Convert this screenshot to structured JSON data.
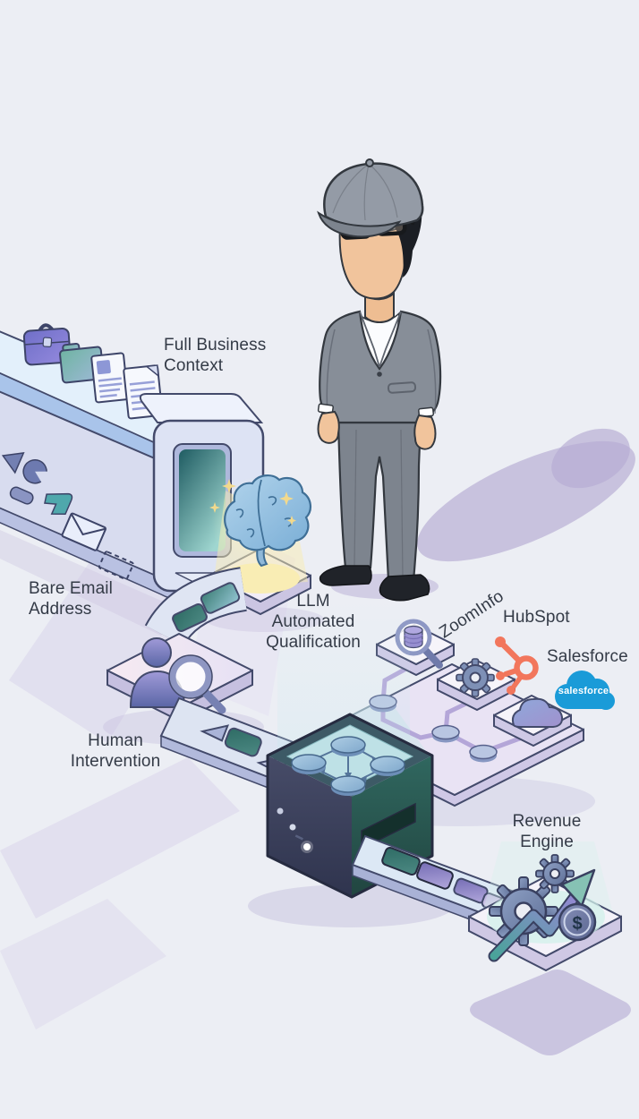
{
  "labels": {
    "full_business_context": {
      "lines": [
        "Full Business",
        "Context"
      ]
    },
    "bare_email_address": {
      "lines": [
        "Bare Email",
        "Address"
      ]
    },
    "llm_automated_qualification": {
      "lines": [
        "LLM",
        "Automated",
        "Qualification"
      ]
    },
    "human_intervention": {
      "lines": [
        "Human",
        "Intervention"
      ]
    },
    "zoominfo": "ZoomInfo",
    "hubspot": "HubSpot",
    "salesforce": "Salesforce",
    "revenue_engine": {
      "lines": [
        "Revenue",
        "Engine"
      ]
    }
  },
  "logos": {
    "salesforce_wordmark": "salesforce"
  },
  "icons": {
    "dollar_glyph": "$"
  },
  "colors": {
    "background": "#ECEEF4",
    "label_text": "#343B47",
    "hubspot_orange": "#F2765C",
    "salesforce_blue": "#1A9BD8",
    "glow_yellow": "#F8ECB2",
    "processing_box_dark": "#363C55",
    "processing_box_teal": "#2C5E58",
    "accent_lavender": "#CFC8E4",
    "belt_blue": "#D9E7F7"
  }
}
